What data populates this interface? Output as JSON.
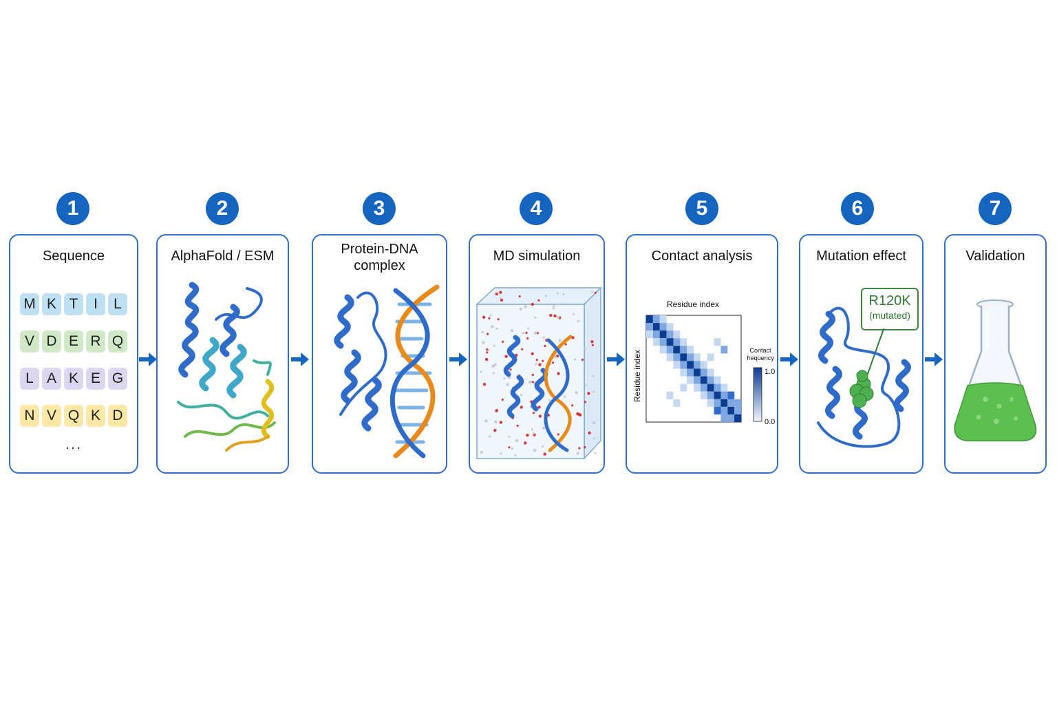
{
  "steps": [
    {
      "number": "1",
      "title": "Sequence"
    },
    {
      "number": "2",
      "title": "AlphaFold / ESM"
    },
    {
      "number": "3",
      "title_line1": "Protein-DNA",
      "title_line2": "complex"
    },
    {
      "number": "4",
      "title": "MD simulation"
    },
    {
      "number": "5",
      "title": "Contact analysis"
    },
    {
      "number": "6",
      "title": "Mutation effect"
    },
    {
      "number": "7",
      "title": "Validation"
    }
  ],
  "sequence": {
    "rows": [
      {
        "letters": [
          "M",
          "K",
          "T",
          "I",
          "L"
        ],
        "color": "#bfe0f2"
      },
      {
        "letters": [
          "V",
          "D",
          "E",
          "R",
          "Q"
        ],
        "color": "#cfe8c6"
      },
      {
        "letters": [
          "L",
          "A",
          "K",
          "E",
          "G"
        ],
        "color": "#ddd6f0"
      },
      {
        "letters": [
          "N",
          "V",
          "Q",
          "K",
          "D"
        ],
        "color": "#fbe7a6"
      }
    ],
    "ellipsis": "..."
  },
  "contact_map": {
    "x_label": "Residue index",
    "y_label": "Residue index",
    "colorbar_label_line1": "Contact",
    "colorbar_label_line2": "frequency",
    "colorbar_max": "1.0",
    "colorbar_min": "0.0"
  },
  "mutation": {
    "label": "R120K",
    "sub_label": "(mutated)",
    "label_color": "#2e7d32"
  },
  "colors": {
    "accent": "#1565c0",
    "panel_border": "#2f6fd0",
    "protein": "#2f6cc9",
    "dna": "#e88a1a",
    "flask_liquid": "#5cc04f"
  }
}
